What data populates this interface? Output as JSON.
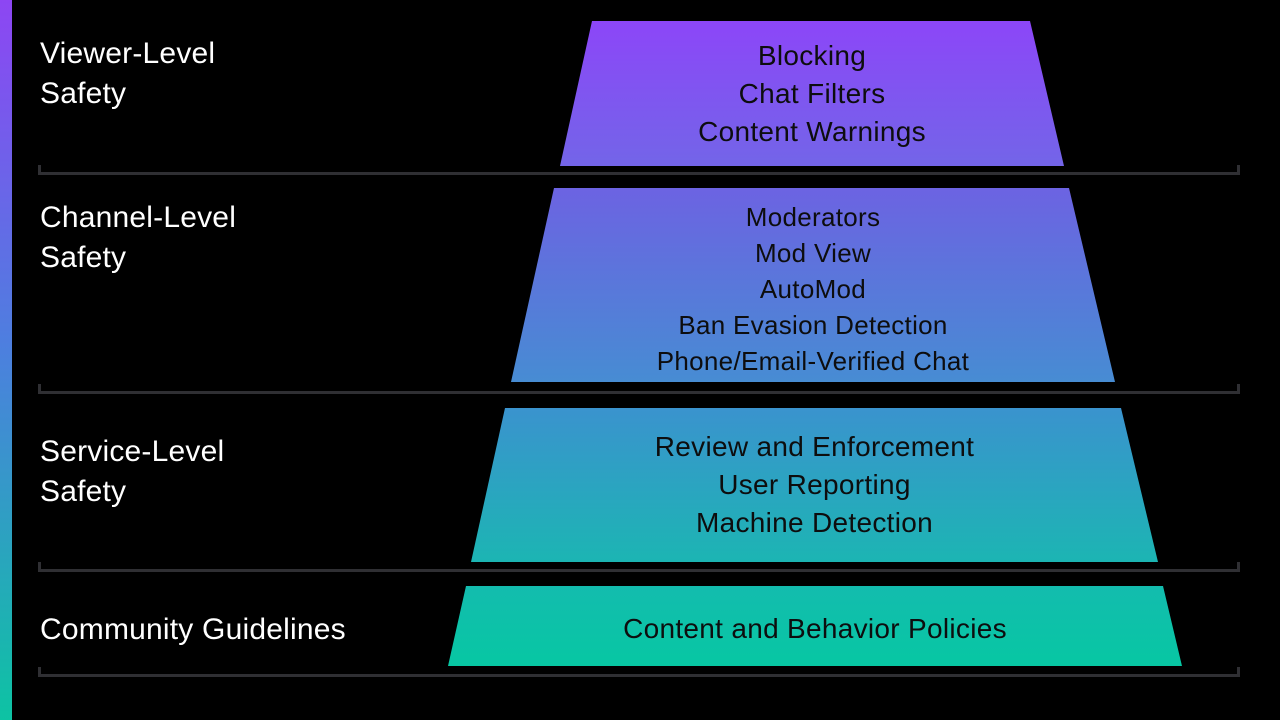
{
  "title": "Layered safety diagram",
  "colors": {
    "background": "#000000",
    "label_text": "#ffffff",
    "trapezoid_text": "#0d0d0e",
    "divider": "#2f2f33",
    "tier1_gradient": {
      "angle": "180deg",
      "stops": [
        "#8c46f8",
        "#7365e8"
      ]
    },
    "tier2_gradient": {
      "angle": "180deg",
      "stops": [
        "#6c63e2",
        "#478cd3"
      ]
    },
    "tier3_gradient": {
      "angle": "180deg",
      "stops": [
        "#3a93ce",
        "#1cb5b3"
      ]
    },
    "tier4_gradient": {
      "angle": "180deg",
      "stops": [
        "#13bcae",
        "#07c7a3"
      ]
    },
    "edge_bar_gradient": {
      "angle": "180deg",
      "stops": [
        "#8d46f3",
        "#4d7fdf 48%",
        "#0dc3a3"
      ]
    }
  },
  "rows": [
    {
      "label_lines": [
        "Viewer-Level",
        "Safety"
      ],
      "items": [
        "Blocking",
        "Chat Filters",
        "Content Warnings"
      ]
    },
    {
      "label_lines": [
        "Channel-Level",
        "Safety"
      ],
      "items": [
        "Moderators",
        "Mod View",
        "AutoMod",
        "Ban Evasion Detection",
        "Phone/Email-Verified Chat"
      ]
    },
    {
      "label_lines": [
        "Service-Level",
        "Safety"
      ],
      "items": [
        "Review and Enforcement",
        "User Reporting",
        "Machine Detection"
      ]
    },
    {
      "label_lines": [
        "Community Guidelines"
      ],
      "items": [
        "Content and Behavior Policies"
      ]
    }
  ]
}
